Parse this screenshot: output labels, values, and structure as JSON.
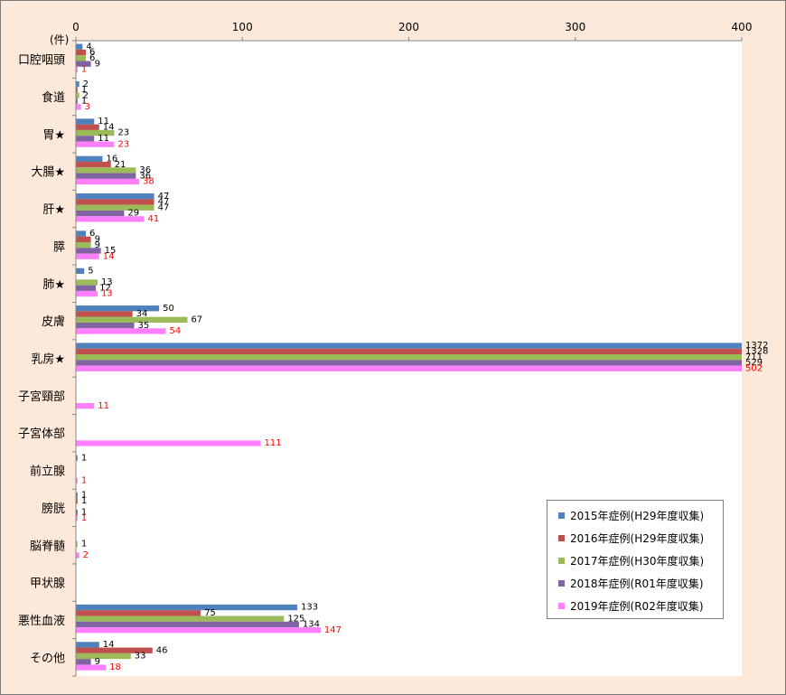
{
  "chart_data": {
    "type": "bar",
    "orientation": "horizontal",
    "unit_label": "(件)",
    "xlim": [
      0,
      400
    ],
    "xticks": [
      0,
      100,
      200,
      300,
      400
    ],
    "grid": false,
    "legend_position": "bottom-right",
    "categories": [
      "口腔咽頭",
      "食道",
      "胃★",
      "大腸★",
      "肝★",
      "膵",
      "肺★",
      "皮膚",
      "乳房★",
      "子宮頸部",
      "子宮体部",
      "前立腺",
      "膀胱",
      "脳脊髄",
      "甲状腺",
      "悪性血液",
      "その他"
    ],
    "series": [
      {
        "name": "2015年症例(H29年度収集)",
        "color": "#4f81bd",
        "label_color": "#000000",
        "values": [
          4,
          2,
          11,
          16,
          47,
          6,
          5,
          50,
          1372,
          null,
          null,
          1,
          1,
          null,
          null,
          133,
          14
        ]
      },
      {
        "name": "2016年症例(H29年度収集)",
        "color": "#c0504d",
        "label_color": "#000000",
        "values": [
          6,
          1,
          14,
          21,
          47,
          9,
          null,
          34,
          1328,
          null,
          null,
          null,
          1,
          null,
          null,
          75,
          46
        ]
      },
      {
        "name": "2017年症例(H30年度収集)",
        "color": "#9bbb59",
        "label_color": "#000000",
        "values": [
          6,
          2,
          23,
          36,
          47,
          9,
          13,
          67,
          711,
          null,
          null,
          null,
          null,
          1,
          null,
          125,
          33
        ]
      },
      {
        "name": "2018年症例(R01年度収集)",
        "color": "#8064a2",
        "label_color": "#000000",
        "values": [
          9,
          1,
          11,
          36,
          29,
          15,
          12,
          35,
          529,
          null,
          null,
          null,
          1,
          null,
          null,
          134,
          9
        ]
      },
      {
        "name": "2019年症例(R02年度収集)",
        "color": "#ff80ff",
        "label_color": "#ff0000",
        "values": [
          1,
          3,
          23,
          38,
          41,
          14,
          13,
          54,
          502,
          11,
          111,
          1,
          1,
          2,
          null,
          147,
          18
        ]
      }
    ]
  }
}
